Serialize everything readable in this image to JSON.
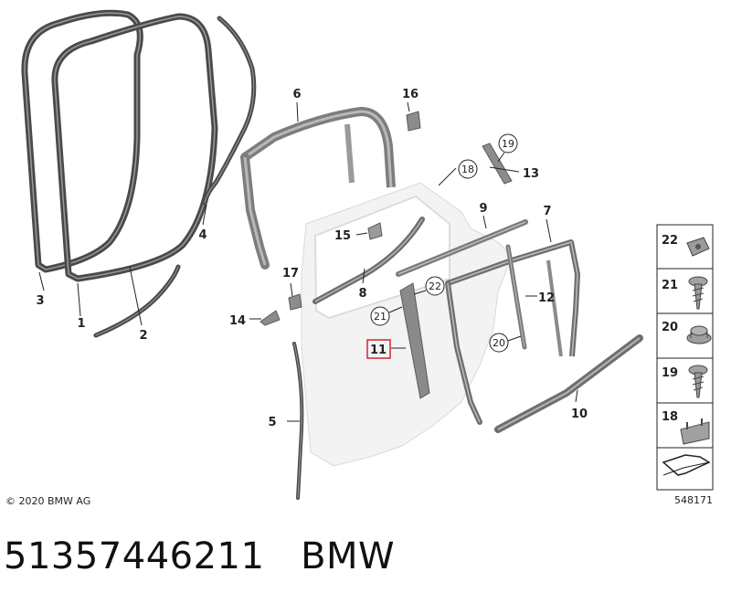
{
  "callouts": [
    {
      "id": "1",
      "label": "1"
    },
    {
      "id": "2",
      "label": "2"
    },
    {
      "id": "3",
      "label": "3"
    },
    {
      "id": "4",
      "label": "4"
    },
    {
      "id": "5",
      "label": "5"
    },
    {
      "id": "6",
      "label": "6"
    },
    {
      "id": "7",
      "label": "7"
    },
    {
      "id": "8",
      "label": "8"
    },
    {
      "id": "9",
      "label": "9"
    },
    {
      "id": "10",
      "label": "10"
    },
    {
      "id": "11",
      "label": "11"
    },
    {
      "id": "12",
      "label": "12"
    },
    {
      "id": "13",
      "label": "13"
    },
    {
      "id": "14",
      "label": "14"
    },
    {
      "id": "15",
      "label": "15"
    },
    {
      "id": "16",
      "label": "16"
    },
    {
      "id": "17",
      "label": "17"
    }
  ],
  "circled_callouts": [
    {
      "label": "19"
    },
    {
      "label": "18"
    },
    {
      "label": "22"
    },
    {
      "label": "21"
    },
    {
      "label": "20"
    }
  ],
  "highlighted_part": "11",
  "legend": {
    "items": [
      {
        "label": "22",
        "icon": "clip-nut-icon"
      },
      {
        "label": "21",
        "icon": "screw-icon"
      },
      {
        "label": "20",
        "icon": "flange-screw-icon"
      },
      {
        "label": "19",
        "icon": "screw-icon"
      },
      {
        "label": "18",
        "icon": "bracket-clip-icon"
      }
    ],
    "bottom_icon": "arrow-icon"
  },
  "copyright": "© 2020 BMW AG",
  "diagram_id": "548171",
  "caption": "51357446211   BMW",
  "colors": {
    "highlight": "#d6242e",
    "line": "#222222",
    "part_gray": "#8a8a8a"
  }
}
